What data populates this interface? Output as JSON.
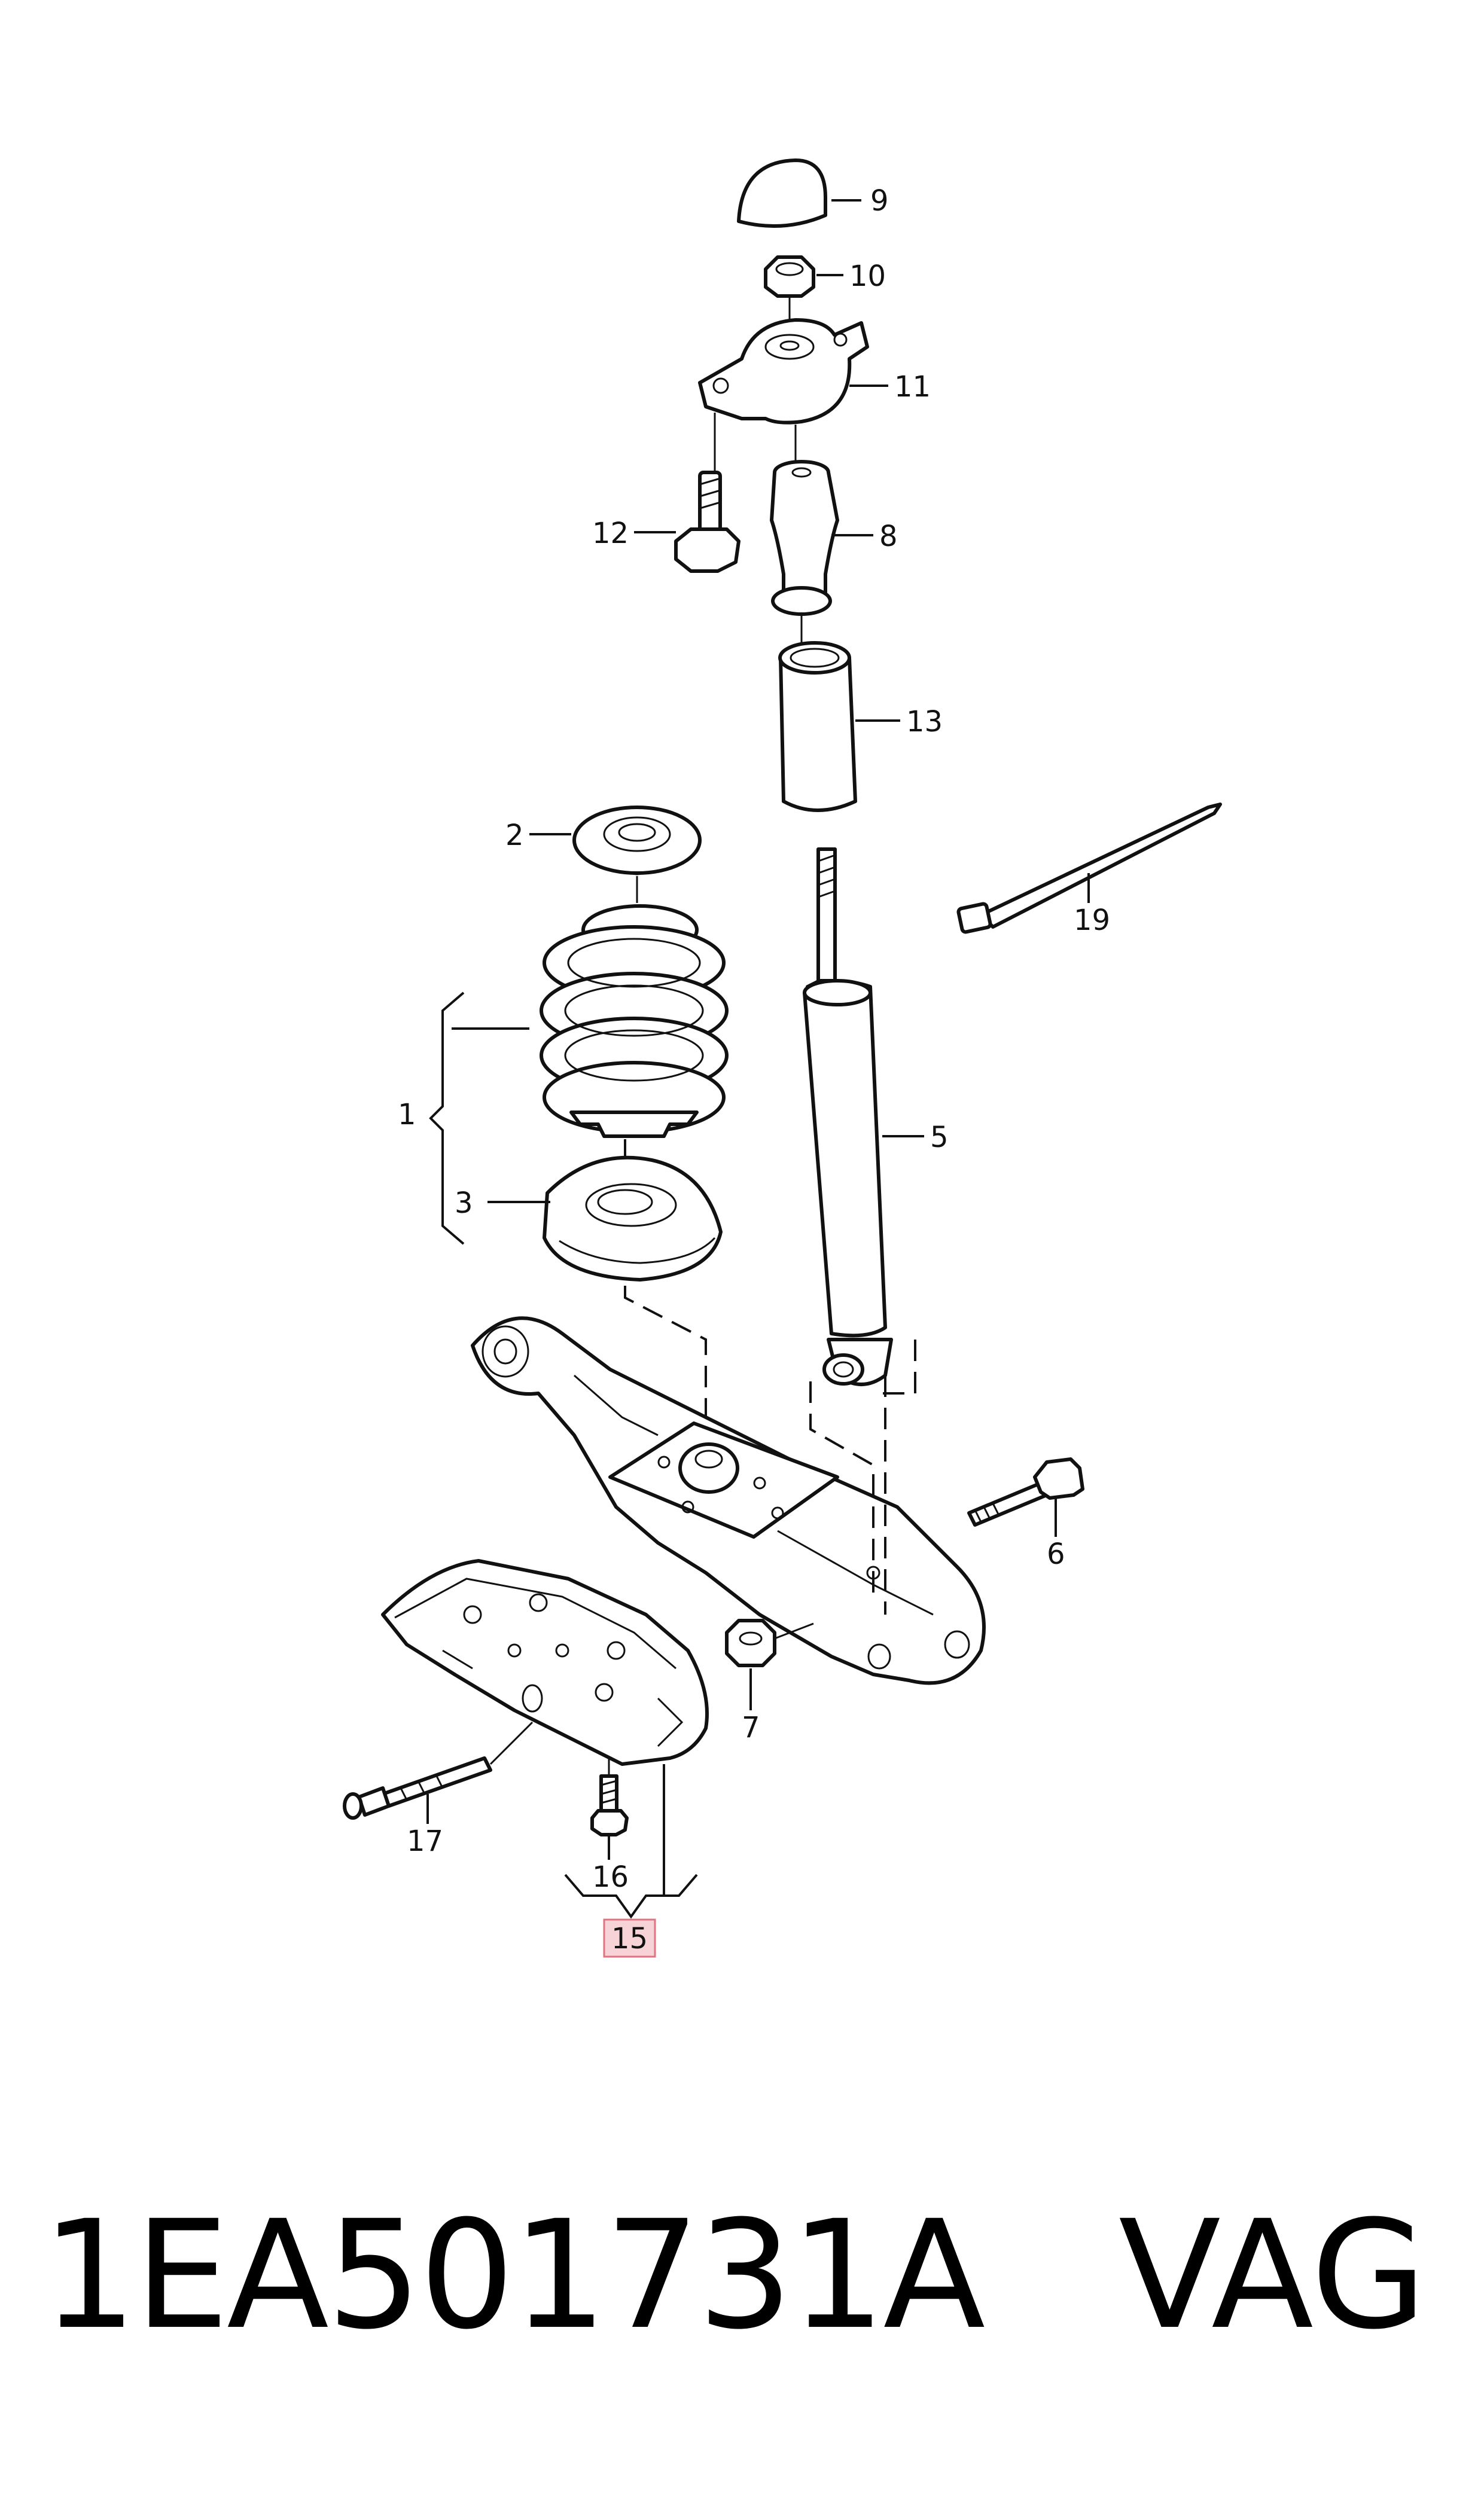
{
  "diagram": {
    "labels": {
      "l1": "1",
      "l2": "2",
      "l3": "3",
      "l5": "5",
      "l6": "6",
      "l7": "7",
      "l8": "8",
      "l9": "9",
      "l10": "10",
      "l11": "11",
      "l12": "12",
      "l13": "13",
      "l15": "15",
      "l16": "16",
      "l17": "17",
      "l19": "19"
    },
    "highlight_color": "#f7d3d7",
    "highlight_border": "#e07380"
  },
  "footer": {
    "part_number": "1EA501731A",
    "brand": "VAG"
  }
}
